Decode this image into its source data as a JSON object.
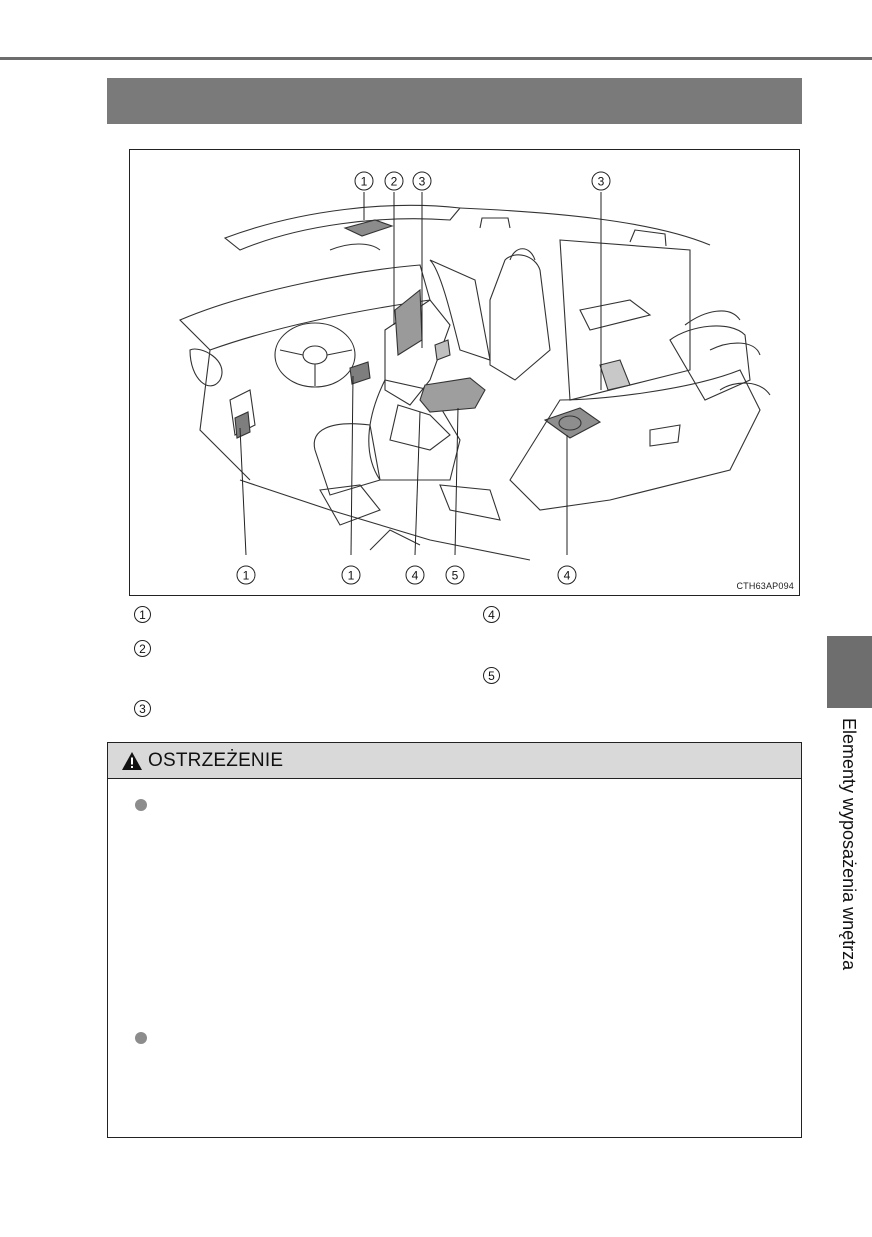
{
  "figure": {
    "code": "CTH63AP094",
    "callouts_top": [
      "1",
      "2",
      "3",
      "3"
    ],
    "callouts_bottom": [
      "1",
      "1",
      "4",
      "5",
      "4"
    ]
  },
  "legend": {
    "items": [
      {
        "number": "1"
      },
      {
        "number": "2"
      },
      {
        "number": "3"
      },
      {
        "number": "4"
      },
      {
        "number": "5"
      }
    ]
  },
  "side_tab": {
    "label": "Elementy wyposażenia wnętrza"
  },
  "warning": {
    "title": "OSTRZEŻENIE",
    "icon": "warning-triangle-icon",
    "bullet_count": 2
  },
  "colors": {
    "header_bar": "#7a7a7a",
    "side_tab": "#6e6e6e",
    "warning_header": "#d9d9d9",
    "bullet": "#8c8c8c"
  }
}
